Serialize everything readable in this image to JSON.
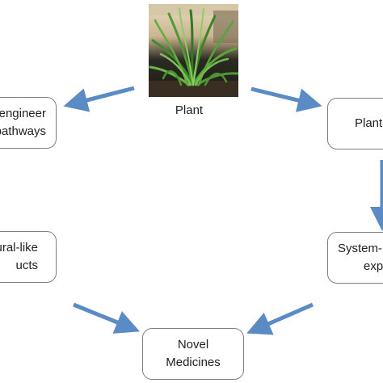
{
  "plant": {
    "caption": "Plant"
  },
  "nodes": {
    "engineer": {
      "line1": "engineer",
      "line2": "pathways"
    },
    "natural": {
      "line1": "ural-like",
      "line2": "ucts"
    },
    "plant_right": {
      "line1": "Plant"
    },
    "system": {
      "line1": "System-",
      "line2": "expr"
    },
    "medicines": {
      "line1": "Novel",
      "line2": "Medicines"
    }
  },
  "colors": {
    "arrow": "#5b8bc4",
    "box_border": "#7f7f7f",
    "text": "#222222"
  }
}
